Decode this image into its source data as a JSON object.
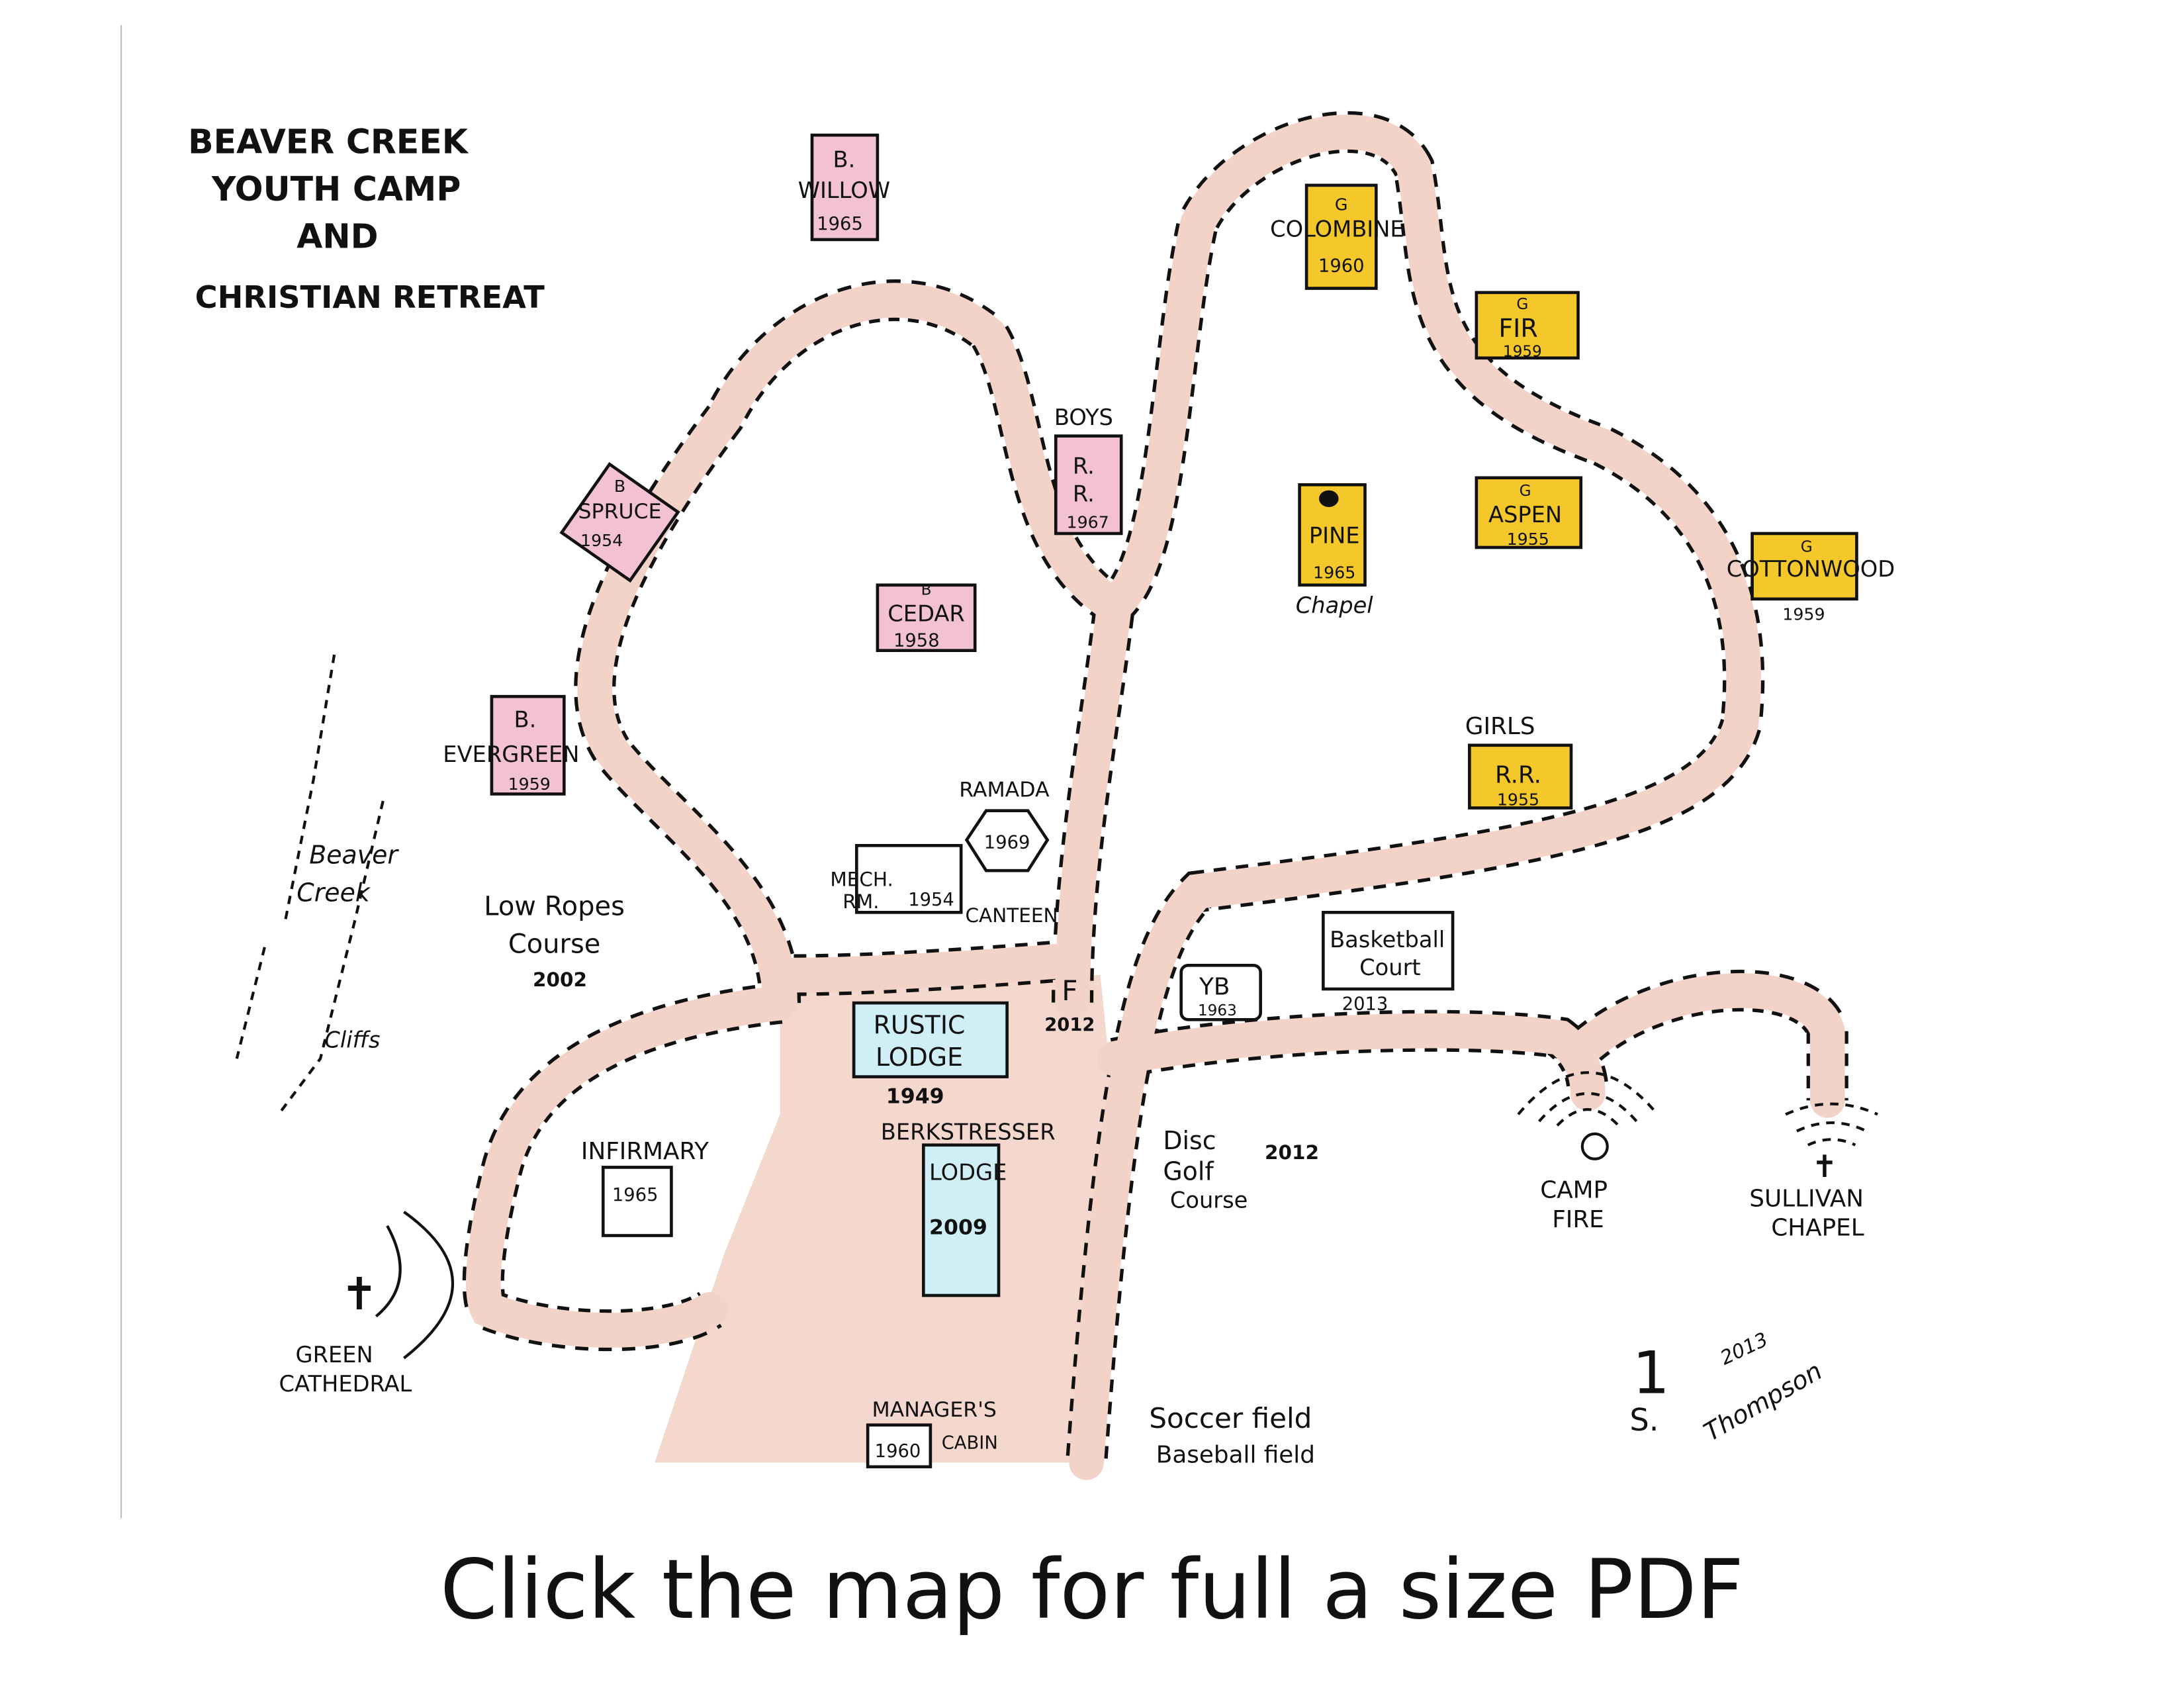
{
  "title": {
    "line1": "BEAVER CREEK",
    "line2": "YOUTH CAMP",
    "line3": "AND",
    "line4": "CHRISTIAN RETREAT"
  },
  "colors": {
    "boys_cabin": "#f2c2d4",
    "girls_cabin": "#f4c82a",
    "lodge": "#cfeef5",
    "road": "#f3d3c8"
  },
  "buildings": {
    "willow": {
      "prefix": "B.",
      "name": "WILLOW",
      "year": "1965"
    },
    "columbine": {
      "prefix": "G",
      "name": "COLOMBINE",
      "year": "1960"
    },
    "fir": {
      "prefix": "G",
      "name": "FIR",
      "year": "1959"
    },
    "boys_rr": {
      "group": "BOYS",
      "name1": "R.",
      "name2": "R.",
      "year": "1967"
    },
    "spruce": {
      "prefix": "B",
      "name": "SPRUCE",
      "year": "1954"
    },
    "pine": {
      "name": "PINE",
      "year": "1965",
      "note": "Chapel"
    },
    "aspen": {
      "prefix": "G",
      "name": "ASPEN",
      "year": "1955"
    },
    "cottonwood": {
      "prefix": "G",
      "name": "COTTONWOOD",
      "year": "1959"
    },
    "cedar": {
      "prefix": "B",
      "name": "CEDAR",
      "year": "1958"
    },
    "evergreen": {
      "prefix": "B.",
      "name": "EVERGREEN",
      "year": "1959"
    },
    "girls_rr": {
      "group": "GIRLS",
      "name": "R.R.",
      "year": "1955"
    },
    "ramada": {
      "name": "RAMADA",
      "year": "1969"
    },
    "mech": {
      "name1": "MECH.",
      "name2": "RM.",
      "year": "1954"
    },
    "canteen": {
      "name": "CANTEEN"
    },
    "basketball": {
      "name1": "Basketball",
      "name2": "Court",
      "year": "2013"
    },
    "volleyball": {
      "name": "YB",
      "year": "1963"
    },
    "flag": {
      "symbol": "F",
      "year": "2012"
    },
    "rustic": {
      "name1": "RUSTIC",
      "name2": "LODGE",
      "year": "1949"
    },
    "berkstresser": {
      "name1": "BERKSTRESSER",
      "name2": "LODGE",
      "year": "2009"
    },
    "infirmary": {
      "name": "INFIRMARY",
      "year": "1965"
    },
    "manager": {
      "name1": "MANAGER'S",
      "name2": "CABIN",
      "year": "1960"
    }
  },
  "areas": {
    "disc_golf": {
      "line1": "Disc",
      "line2": "Golf",
      "line3": "Course",
      "year": "2012"
    },
    "low_ropes": {
      "line1": "Low Ropes",
      "line2": "Course",
      "year": "2002"
    },
    "beaver_creek": {
      "line1": "Beaver",
      "line2": "Creek"
    },
    "cliffs": "Cliffs",
    "camp_fire": {
      "line1": "CAMP",
      "line2": "FIRE"
    },
    "sullivan": {
      "line1": "SULLIVAN",
      "line2": "CHAPEL"
    },
    "green_cathedral": {
      "line1": "GREEN",
      "line2": "CATHEDRAL"
    },
    "soccer": "Soccer field",
    "baseball": "Baseball field"
  },
  "signature": {
    "number": "1",
    "initial": "S.",
    "year": "2013",
    "name": "Thompson"
  },
  "caption": "Click the map for full a size PDF"
}
